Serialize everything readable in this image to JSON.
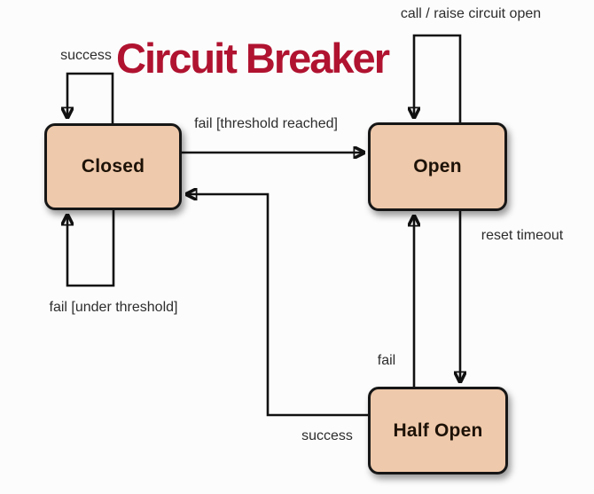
{
  "title": "Circuit Breaker",
  "colors": {
    "title": "#b01330",
    "node_fill": "#efc9ab",
    "node_border": "#161616",
    "node_text": "#1d1207",
    "arrow": "#111111",
    "label_text": "#2d2d2d",
    "background": "#fcfcfc"
  },
  "nodes": {
    "closed": {
      "label": "Closed"
    },
    "open": {
      "label": "Open"
    },
    "half_open": {
      "label": "Half Open"
    }
  },
  "transitions": {
    "closed_self_top": {
      "label": "success",
      "from": "Closed",
      "to": "Closed"
    },
    "open_self_top": {
      "label": "call / raise circuit open",
      "from": "Open",
      "to": "Open"
    },
    "closed_to_open": {
      "label": "fail [threshold reached]",
      "from": "Closed",
      "to": "Open"
    },
    "closed_self_bottom": {
      "label": "fail [under threshold]",
      "from": "Closed",
      "to": "Closed"
    },
    "open_to_half_open": {
      "label": "reset timeout",
      "from": "Open",
      "to": "Half Open"
    },
    "half_open_to_open": {
      "label": "fail",
      "from": "Half Open",
      "to": "Open"
    },
    "half_open_to_closed": {
      "label": "success",
      "from": "Half Open",
      "to": "Closed"
    }
  }
}
